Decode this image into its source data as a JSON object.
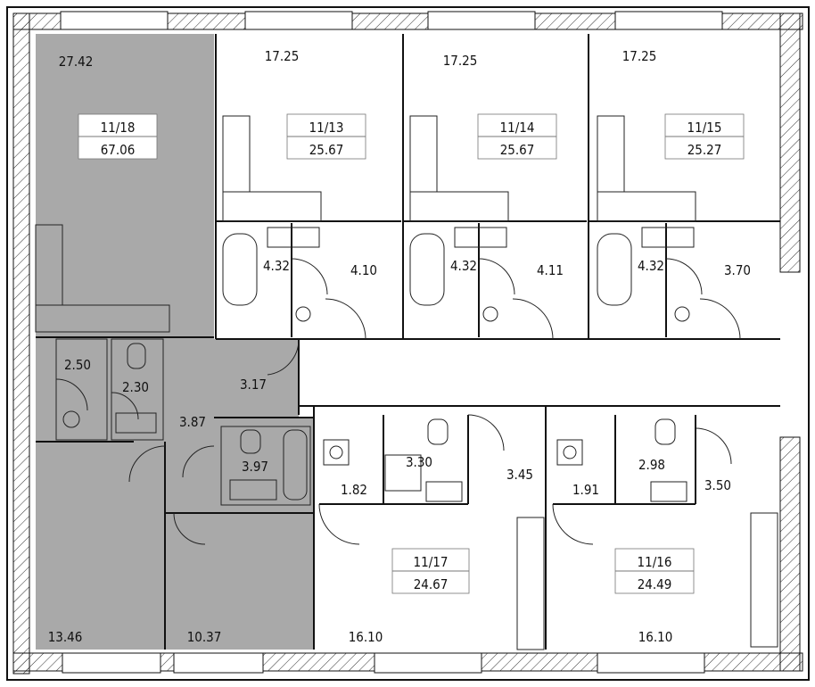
{
  "floor_plan": {
    "colors": {
      "highlight": "#a9a9a9",
      "wall": "#111111",
      "background": "#ffffff"
    },
    "apartments": [
      {
        "id": "11/18",
        "total_area": "67.06",
        "highlighted": true
      },
      {
        "id": "11/13",
        "total_area": "25.67"
      },
      {
        "id": "11/14",
        "total_area": "25.67"
      },
      {
        "id": "11/15",
        "total_area": "25.27"
      },
      {
        "id": "11/17",
        "total_area": "24.67"
      },
      {
        "id": "11/16",
        "total_area": "24.49"
      }
    ],
    "rooms": {
      "a18_living": "27.42",
      "a18_bath1": "2.50",
      "a18_bath2": "2.30",
      "a18_hall": "3.87",
      "a18_hall2": "3.17",
      "a18_bath3": "3.97",
      "a18_room1": "13.46",
      "a18_room2": "10.37",
      "a13_living": "17.25",
      "a13_bath": "4.32",
      "a13_hall": "4.10",
      "a14_living": "17.25",
      "a14_bath": "4.32",
      "a14_hall": "4.11",
      "a15_living": "17.25",
      "a15_bath": "4.32",
      "a15_hall": "3.70",
      "a17_bath": "3.30",
      "a17_storage": "1.82",
      "a17_hall": "3.45",
      "a17_living": "16.10",
      "a16_storage": "1.91",
      "a16_bath": "2.98",
      "a16_hall": "3.50",
      "a16_living": "16.10"
    }
  }
}
